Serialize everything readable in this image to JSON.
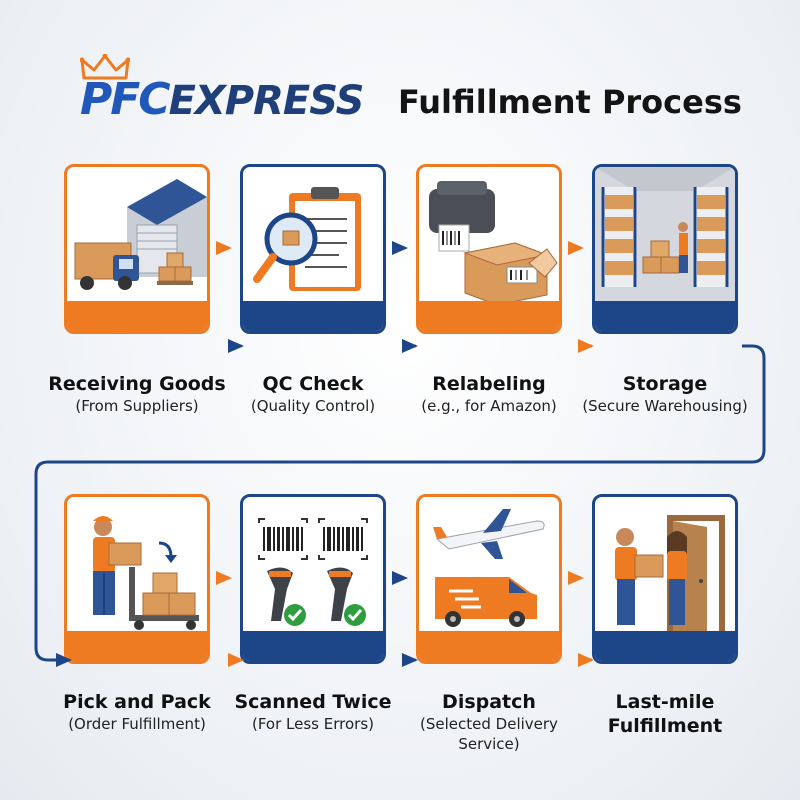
{
  "header": {
    "brand_part1": "PFC",
    "brand_part2": "EXPRESS",
    "title": "Fulfillment Process"
  },
  "colors": {
    "orange": "#ee7a22",
    "navy": "#1d4688"
  },
  "steps": [
    {
      "title": "Receiving Goods",
      "subtitle": "(From Suppliers)",
      "icon": "warehouse-truck-icon"
    },
    {
      "title": "QC Check",
      "subtitle": "(Quality Control)",
      "icon": "clipboard-magnifier-icon"
    },
    {
      "title": "Relabeling",
      "subtitle": "(e.g., for Amazon)",
      "icon": "label-printer-icon"
    },
    {
      "title": "Storage",
      "subtitle": "(Secure Warehousing)",
      "icon": "warehouse-shelves-icon"
    },
    {
      "title": "Pick and Pack",
      "subtitle": "(Order Fulfillment)",
      "icon": "worker-cart-icon"
    },
    {
      "title": "Scanned Twice",
      "subtitle": "(For Less Errors)",
      "icon": "barcode-scanner-icon"
    },
    {
      "title": "Dispatch",
      "subtitle": "(Selected Delivery Service)",
      "icon": "plane-van-icon"
    },
    {
      "title": "Last-mile Fulfillment",
      "subtitle": "",
      "icon": "package-handover-icon"
    }
  ]
}
